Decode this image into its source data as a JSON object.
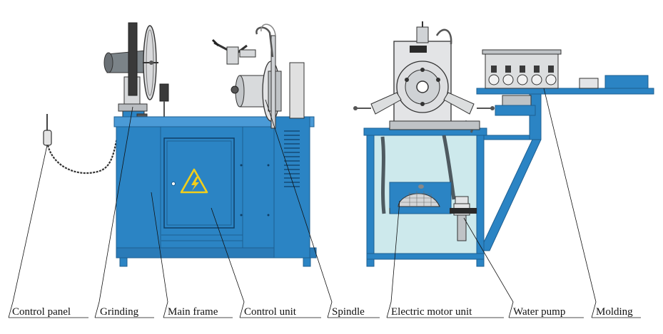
{
  "labels": {
    "control_panel": "Control panel",
    "grinding": "Grinding",
    "main_frame": "Main frame",
    "control_unit": "Control unit",
    "spindle": "Spindle",
    "electric_motor_unit": "Electric motor unit",
    "water_pump": "Water pump",
    "molding": "Molding"
  },
  "colors": {
    "frame_blue": "#2b84c4",
    "frame_blue_dark": "#1d5f92",
    "tank_fill": "#cde9ec",
    "metal_light": "#e6e6e6",
    "metal_mid": "#b8bcc0",
    "metal_dark": "#6f767c",
    "warning_yellow": "#f2cf1a"
  },
  "icons": [
    "high-voltage-warning-icon"
  ]
}
